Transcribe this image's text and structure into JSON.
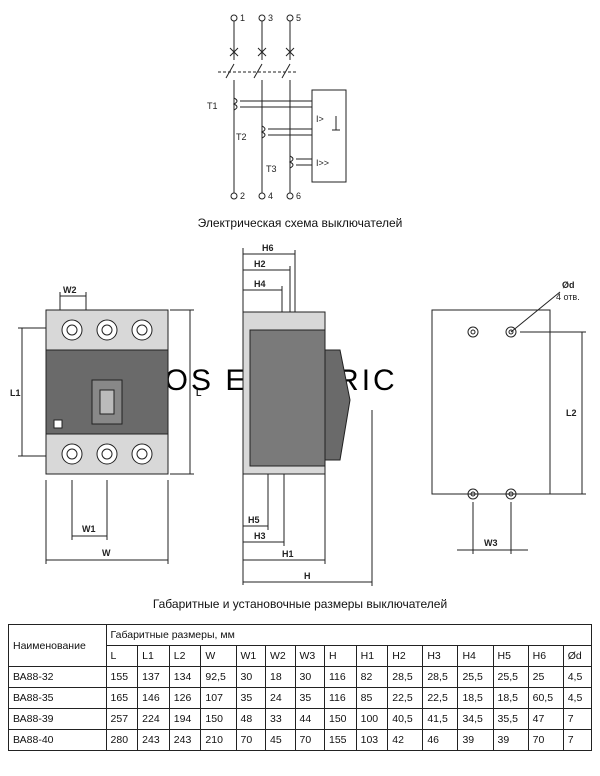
{
  "schematic": {
    "terminals_top": [
      "1",
      "3",
      "5"
    ],
    "terminals_bottom": [
      "2",
      "4",
      "6"
    ],
    "transformers": [
      "T1",
      "T2",
      "T3"
    ],
    "trip_labels": [
      "I>",
      "I>>"
    ],
    "caption": "Электрическая схема выключателей"
  },
  "drawing": {
    "watermark": "ROS ELECTRIC",
    "front_labels": {
      "W2": "W2",
      "L1": "L1",
      "L": "L",
      "W1": "W1",
      "W": "W"
    },
    "side_labels": {
      "H6": "H6",
      "H2": "H2",
      "H4": "H4",
      "H5": "H5",
      "H3": "H3",
      "H1": "H1",
      "H": "H"
    },
    "plate_labels": {
      "d": "Ød",
      "holes": "4 отв.",
      "L2": "L2",
      "W3": "W3"
    },
    "caption": "Габаритные и установочные размеры выключателей"
  },
  "table": {
    "name_header": "Наименование",
    "group_header": "Габаритные размеры, мм",
    "columns": [
      "L",
      "L1",
      "L2",
      "W",
      "W1",
      "W2",
      "W3",
      "H",
      "H1",
      "H2",
      "H3",
      "H4",
      "H5",
      "H6",
      "Ød"
    ],
    "rows": [
      {
        "name": "ВА88-32",
        "values": [
          "155",
          "137",
          "134",
          "92,5",
          "30",
          "18",
          "30",
          "116",
          "82",
          "28,5",
          "28,5",
          "25,5",
          "25,5",
          "25",
          "4,5"
        ]
      },
      {
        "name": "ВА88-35",
        "values": [
          "165",
          "146",
          "126",
          "107",
          "35",
          "24",
          "35",
          "116",
          "85",
          "22,5",
          "22,5",
          "18,5",
          "18,5",
          "60,5",
          "4,5"
        ]
      },
      {
        "name": "ВА88-39",
        "values": [
          "257",
          "224",
          "194",
          "150",
          "48",
          "33",
          "44",
          "150",
          "100",
          "40,5",
          "41,5",
          "34,5",
          "35,5",
          "47",
          "7"
        ]
      },
      {
        "name": "ВА88-40",
        "values": [
          "280",
          "243",
          "243",
          "210",
          "70",
          "45",
          "70",
          "155",
          "103",
          "42",
          "46",
          "39",
          "39",
          "70",
          "7"
        ]
      }
    ]
  }
}
